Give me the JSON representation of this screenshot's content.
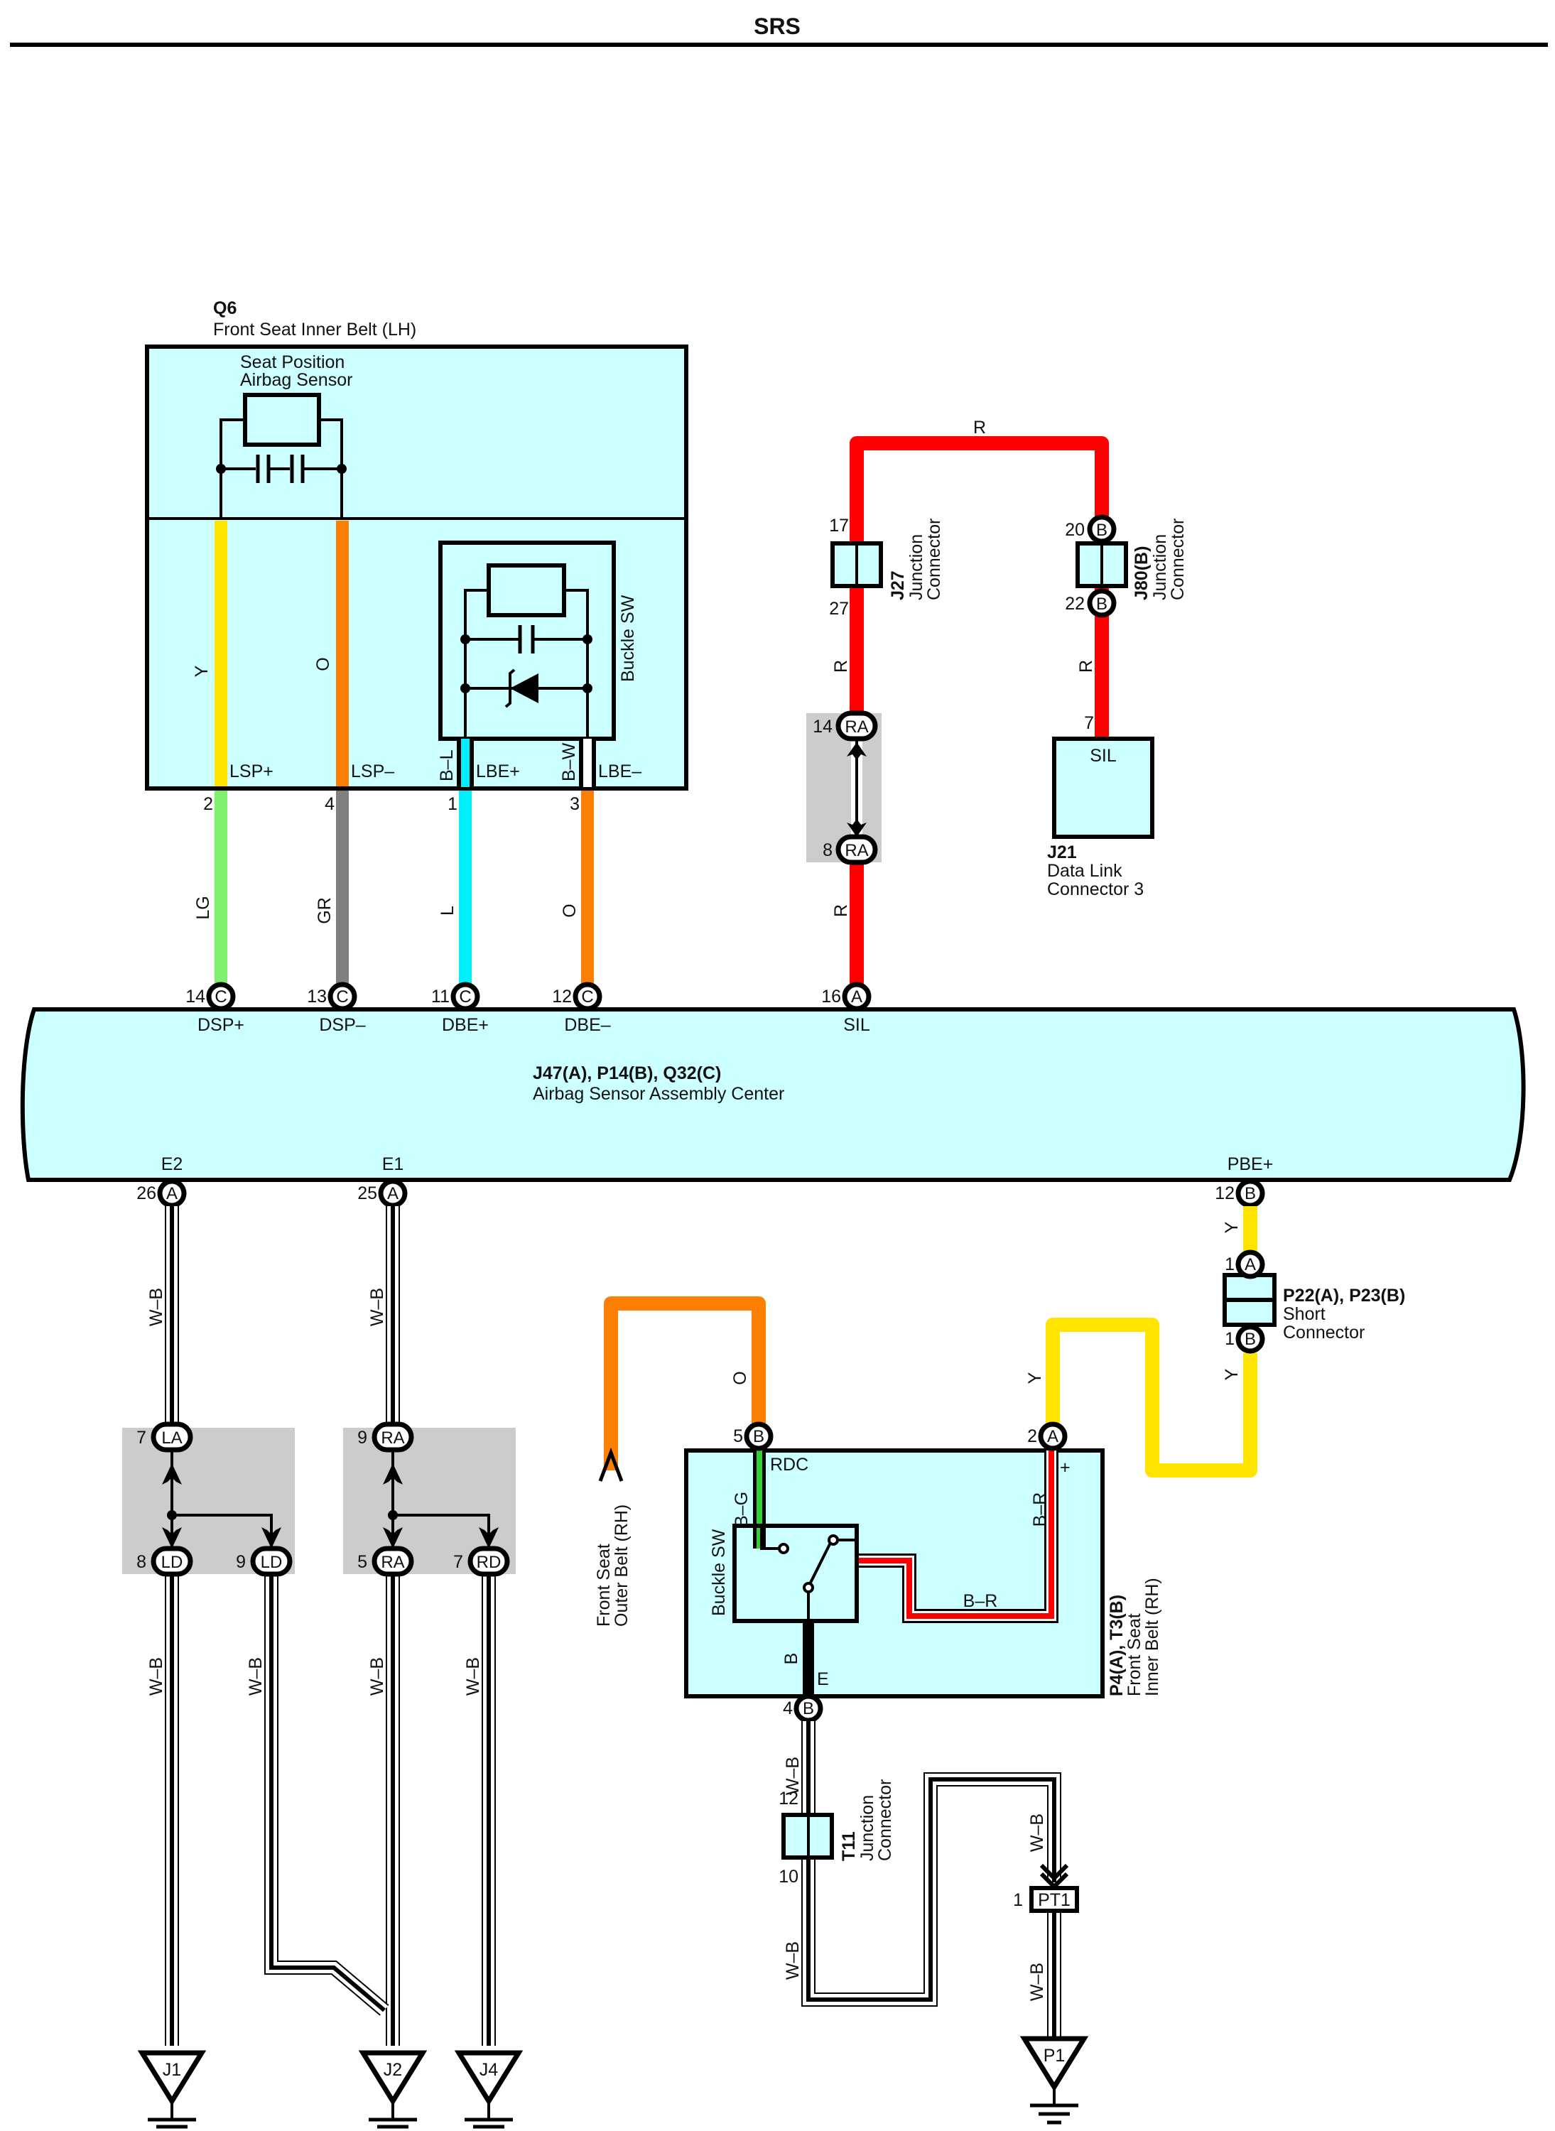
{
  "page": {
    "title": "SRS"
  },
  "colors": {
    "component_fill": "#ccffff",
    "wire_Y": "#ffe400",
    "wire_O": "#ff7f00",
    "wire_LG": "#80f070",
    "wire_GR": "#808080",
    "wire_L": "#00f0ff",
    "wire_R": "#ff0000",
    "wire_B": "#000000",
    "wire_G": "#30d030",
    "splice_fill": "#cccccc"
  },
  "q6": {
    "code": "Q6",
    "name": "Front Seat Inner Belt (LH)",
    "sensor_label_1": "Seat Position",
    "sensor_label_2": "Airbag Sensor",
    "buckle_sw": "Buckle SW",
    "internal_wires": {
      "y": "Y",
      "o": "O",
      "bl": "B–L",
      "bw": "B–W"
    },
    "terminals": [
      {
        "name": "LSP+",
        "pin": "2",
        "wire": "LG"
      },
      {
        "name": "LSP–",
        "pin": "4",
        "wire": "GR"
      },
      {
        "name": "LBE+",
        "pin": "1",
        "wire": "L"
      },
      {
        "name": "LBE–",
        "pin": "3",
        "wire": "O"
      }
    ]
  },
  "center": {
    "code": "J47(A), P14(B), Q32(C)",
    "name": "Airbag Sensor Assembly Center",
    "top_pins": [
      {
        "num": "14",
        "conn": "C",
        "name": "DSP+"
      },
      {
        "num": "13",
        "conn": "C",
        "name": "DSP–"
      },
      {
        "num": "11",
        "conn": "C",
        "name": "DBE+"
      },
      {
        "num": "12",
        "conn": "C",
        "name": "DBE–"
      },
      {
        "num": "16",
        "conn": "A",
        "name": "SIL"
      }
    ],
    "bottom_pins": [
      {
        "num": "26",
        "conn": "A",
        "name": "E2"
      },
      {
        "num": "25",
        "conn": "A",
        "name": "E1"
      },
      {
        "num": "12",
        "conn": "B",
        "name": "PBE+"
      }
    ]
  },
  "sil_circuit": {
    "wire": "R",
    "j27": {
      "code": "J27",
      "name_1": "Junction",
      "name_2": "Connector",
      "pin_top": "17",
      "pin_bottom": "27"
    },
    "j80": {
      "code": "J80(B)",
      "name_1": "Junction",
      "name_2": "Connector",
      "pin_top": "20",
      "pin_bottom": "22",
      "conn": "B"
    },
    "splice": {
      "top_num": "14",
      "top": "RA",
      "bottom_num": "8",
      "bottom": "RA"
    },
    "j21": {
      "code": "J21",
      "name_1": "Data Link",
      "name_2": "Connector 3",
      "pin": "7",
      "terminal": "SIL"
    }
  },
  "ground_left": {
    "wire": "W–B",
    "splice_l": {
      "top_num": "7",
      "top": "LA",
      "out1_num": "8",
      "out1": "LD",
      "out2_num": "9",
      "out2": "LD"
    },
    "splice_r": {
      "top_num": "9",
      "top": "RA",
      "out1_num": "5",
      "out1": "RA",
      "out2_num": "7",
      "out2": "RD"
    },
    "grounds": [
      "J1",
      "J2",
      "J4"
    ]
  },
  "short_connector": {
    "code": "P22(A), P23(B)",
    "name_1": "Short",
    "name_2": "Connector",
    "pin_top_num": "1",
    "pin_top": "A",
    "pin_bottom_num": "1",
    "pin_bottom": "B",
    "wire": "Y"
  },
  "rh_belt": {
    "code": "P4(A), T3(B)",
    "name_1": "Front Seat",
    "name_2": "Inner Belt (RH)",
    "buckle_sw": "Buckle SW",
    "pin5": {
      "num": "5",
      "conn": "B",
      "terminal": "RDC",
      "inner_wire": "B–G",
      "outer_wire": "O"
    },
    "pin2": {
      "num": "2",
      "conn": "A",
      "terminal": "+",
      "inner_wire": "B–R",
      "outer_wire": "Y"
    },
    "pin4": {
      "num": "4",
      "conn": "B",
      "terminal": "E",
      "inner_wire": "B"
    },
    "inner_loop_wire": "B–R",
    "outer_belt_1": "Front Seat",
    "outer_belt_2": "Outer Belt (RH)"
  },
  "ground_right": {
    "wire": "W–B",
    "t11": {
      "code": "T11",
      "name_1": "Junction",
      "name_2": "Connector",
      "pin_top": "12",
      "pin_bottom": "10"
    },
    "pt1": {
      "num": "1",
      "label": "PT1"
    },
    "ground": "P1"
  }
}
